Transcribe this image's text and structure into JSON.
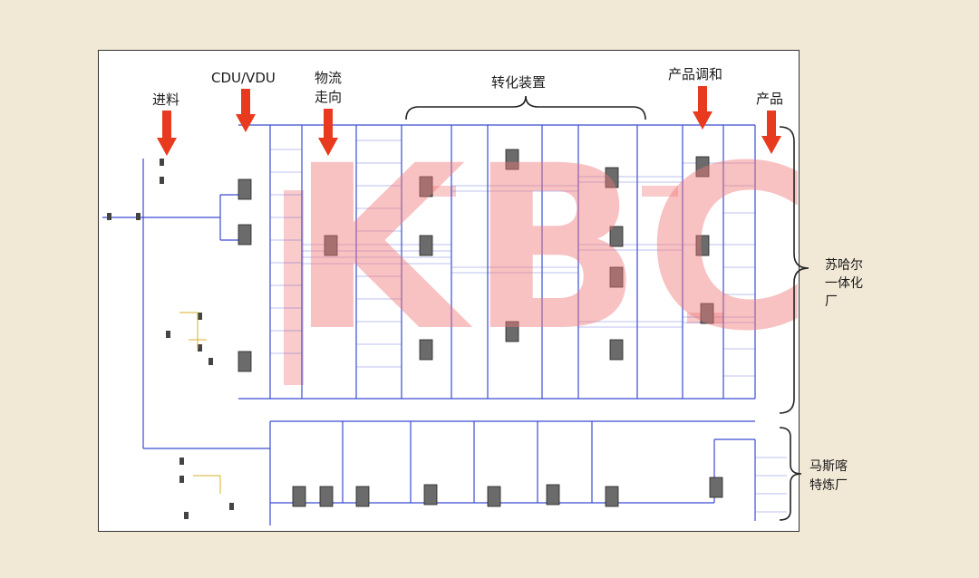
{
  "labels": {
    "feed": "进料",
    "cdu_vdu": "CDU/VDU",
    "flow_direction_line1": "物流",
    "flow_direction_line2": "走向",
    "conversion_units": "转化装置",
    "product_blending": "产品调和",
    "products": "产品",
    "sohar_integrated_line1": "苏哈尔",
    "sohar_integrated_line2": "一体化",
    "sohar_integrated_line3": "厂",
    "muscat_refinery_line1": "马斯喀",
    "muscat_refinery_line2": "特炼厂"
  },
  "watermark": "KBC",
  "colors": {
    "background": "#f1e8d6",
    "arrow": "#e83a1f",
    "flow_line": "#3b4bd1",
    "watermark": "#f07878",
    "highlight_band": "#f4a0a0"
  },
  "icons": [
    "down-arrow-icon",
    "right-brace-icon",
    "top-brace-icon",
    "unit-block-icon"
  ]
}
